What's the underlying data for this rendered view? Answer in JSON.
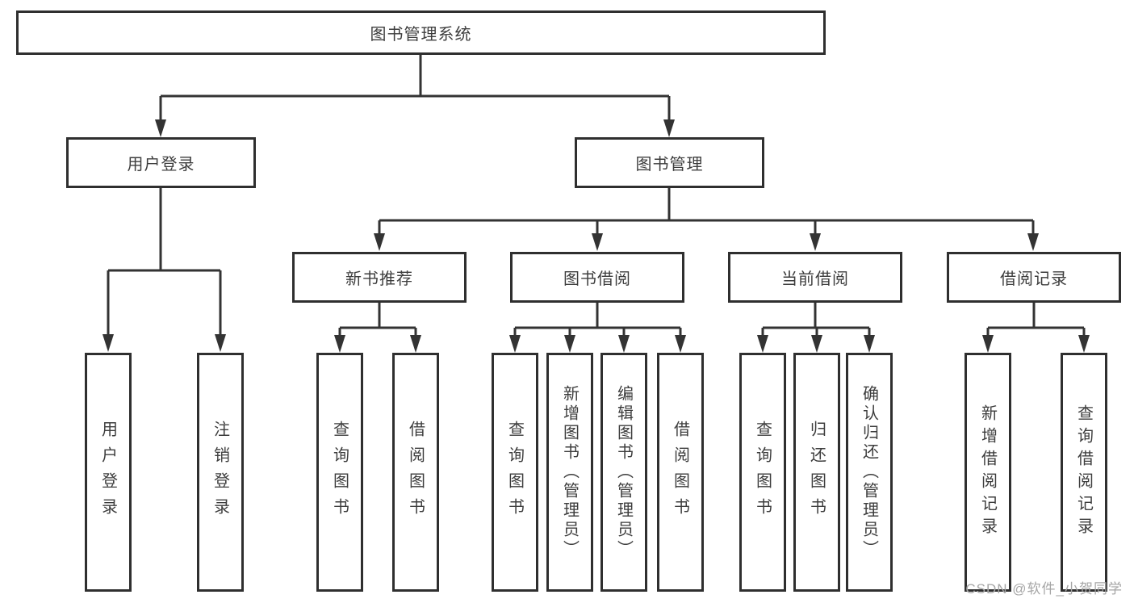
{
  "diagram": {
    "tree": {
      "label": "图书管理系统",
      "children": [
        {
          "label": "用户登录",
          "children": [
            {
              "label": "用户登录"
            },
            {
              "label": "注销登录"
            }
          ]
        },
        {
          "label": "图书管理",
          "children": [
            {
              "label": "新书推荐",
              "children": [
                {
                  "label": "查询图书"
                },
                {
                  "label": "借阅图书"
                }
              ]
            },
            {
              "label": "图书借阅",
              "children": [
                {
                  "label": "查询图书"
                },
                {
                  "label": "新增图书（管理员）"
                },
                {
                  "label": "编辑图书（管理员）"
                },
                {
                  "label": "借阅图书"
                }
              ]
            },
            {
              "label": "当前借阅",
              "children": [
                {
                  "label": "查询图书"
                },
                {
                  "label": "归还图书"
                },
                {
                  "label": "确认归还（管理员）"
                }
              ]
            },
            {
              "label": "借阅记录",
              "children": [
                {
                  "label": "新增借阅记录"
                },
                {
                  "label": "查询借阅记录"
                }
              ]
            }
          ]
        }
      ]
    },
    "colors": {
      "line": "#333333",
      "border": "#2f2f2f",
      "text": "#3d3d3d",
      "watermark": "#a6a6a6",
      "background": "#ffffff"
    },
    "watermark": "CSDN @软件_小贺同学"
  }
}
